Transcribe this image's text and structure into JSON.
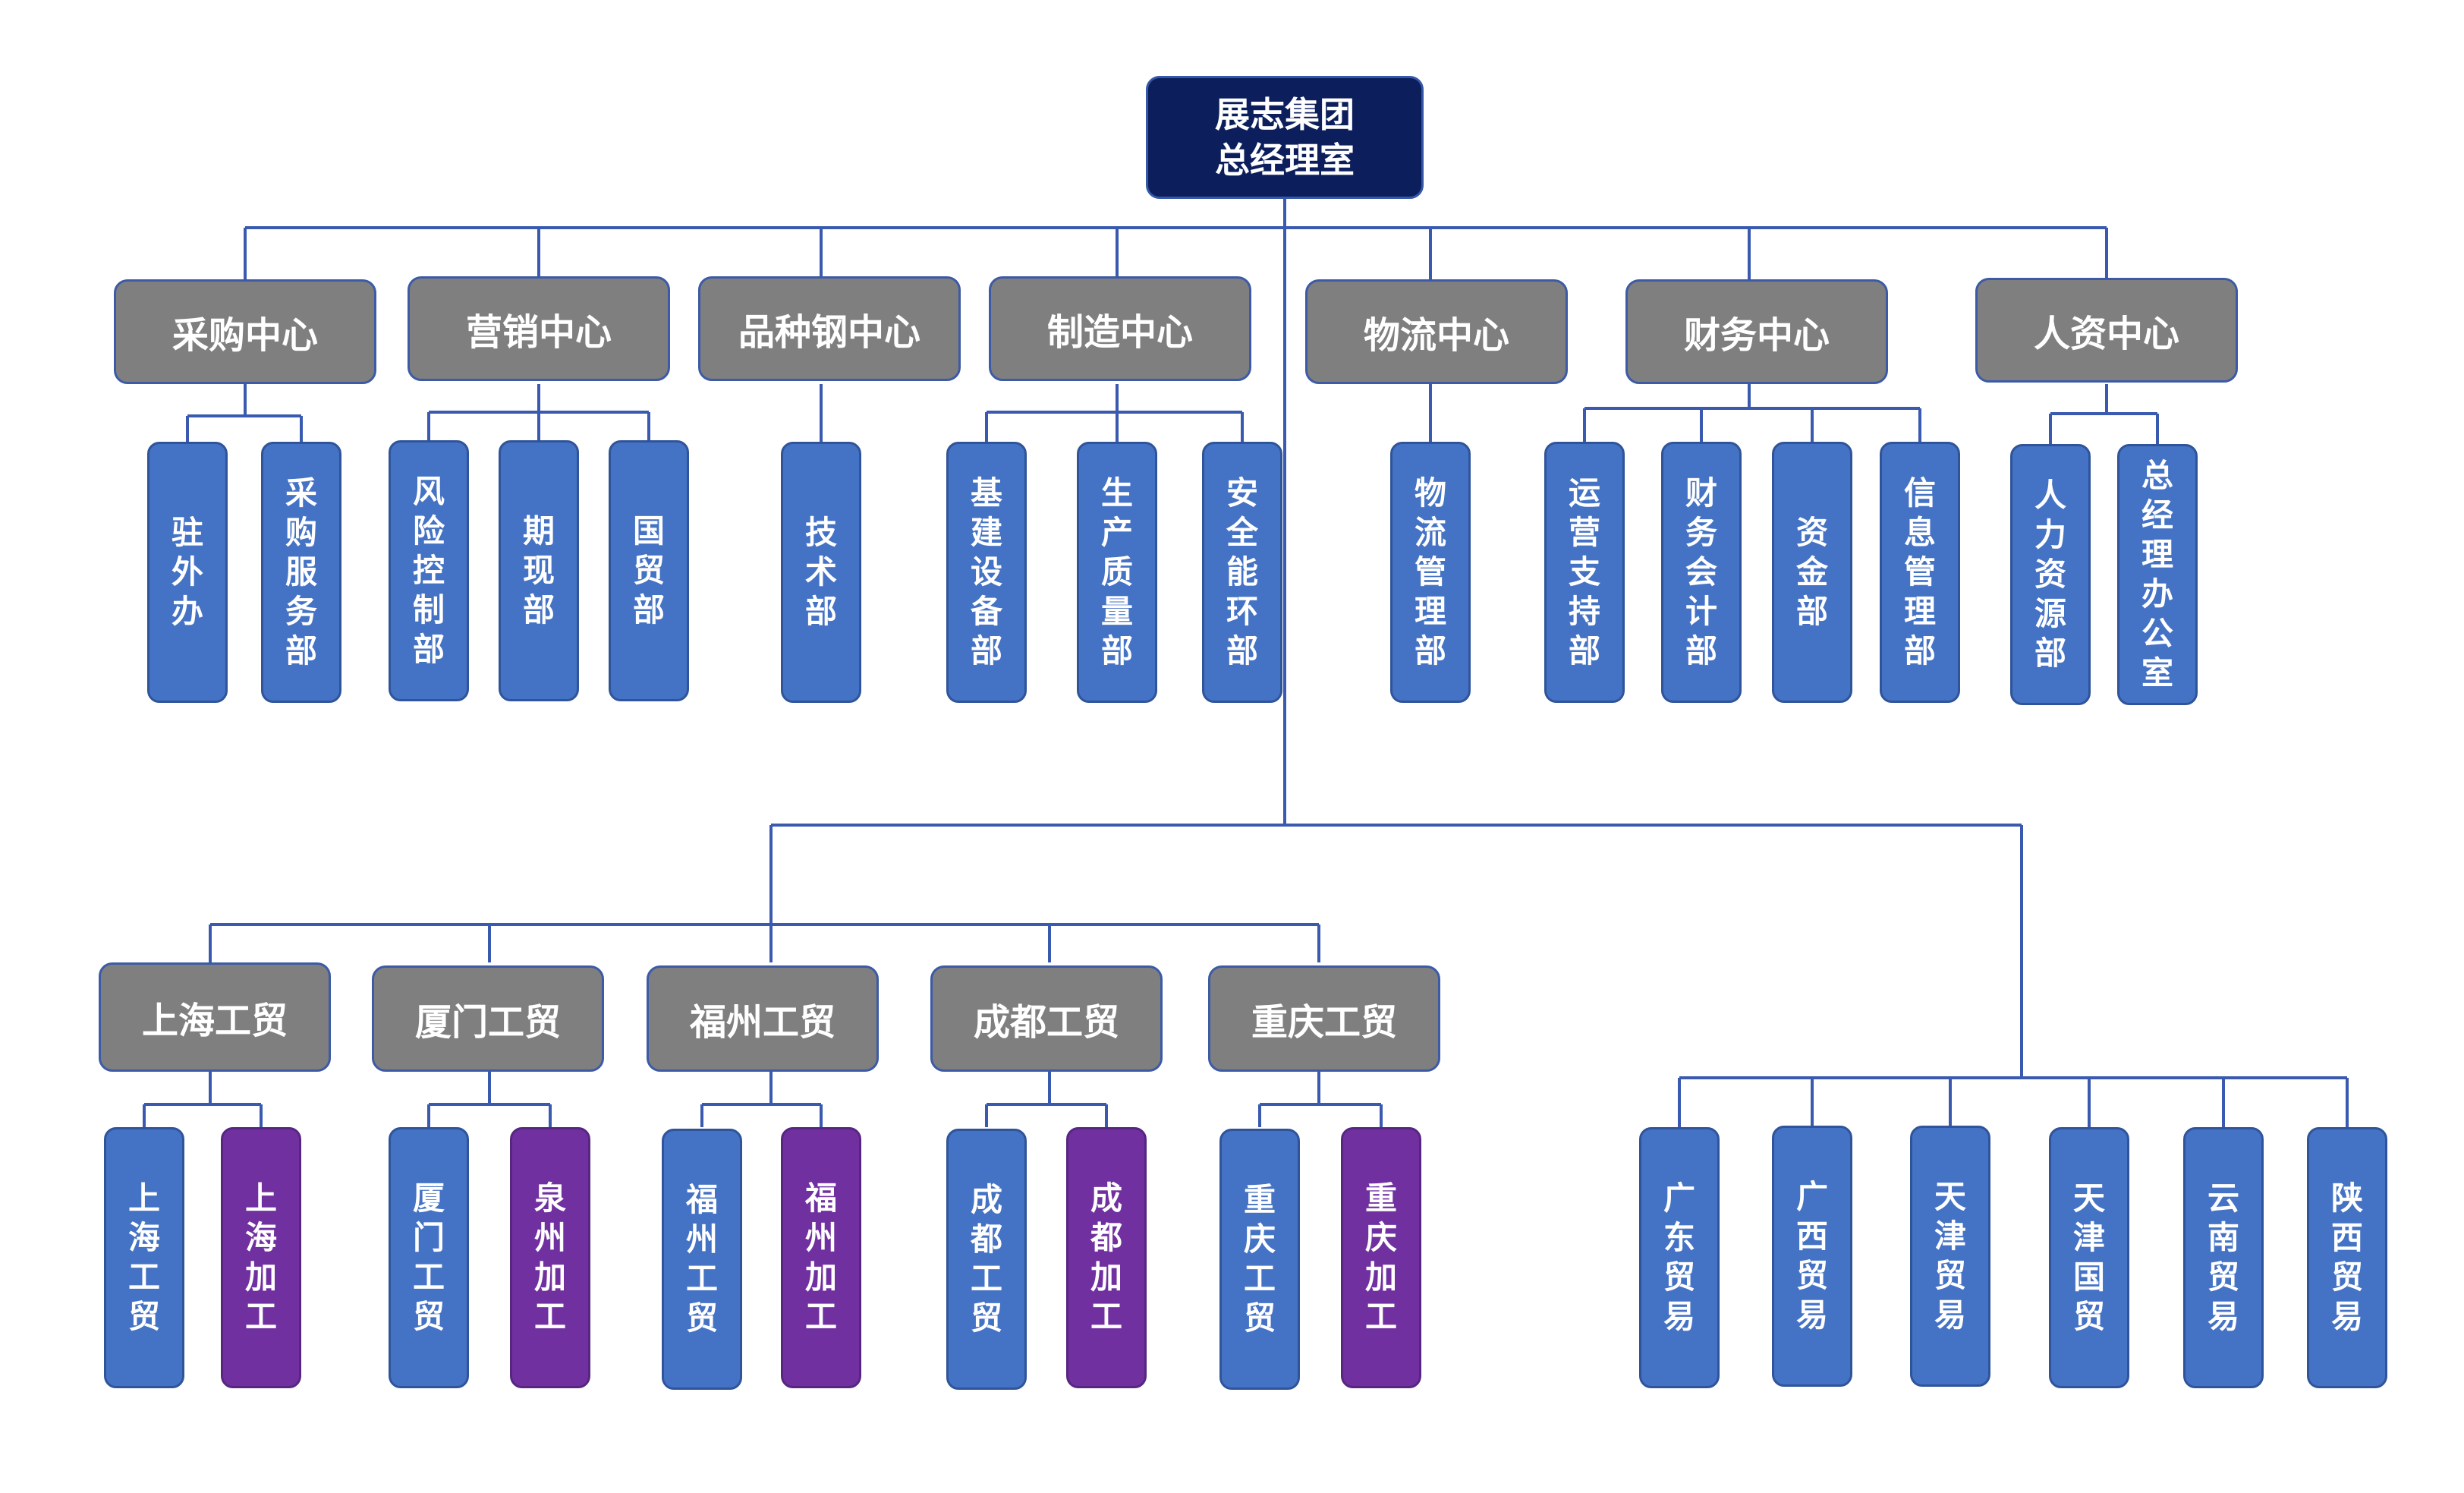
{
  "root": {
    "line1": "展志集团",
    "line2": "总经理室"
  },
  "centers": [
    {
      "label": "采购中心",
      "depts": [
        "驻外办",
        "采购服务部"
      ]
    },
    {
      "label": "营销中心",
      "depts": [
        "风险控制部",
        "期现部",
        "国贸部"
      ]
    },
    {
      "label": "品种钢中心",
      "depts": [
        "技术部"
      ]
    },
    {
      "label": "制造中心",
      "depts": [
        "基建设备部",
        "生产质量部",
        "安全能环部"
      ]
    },
    {
      "label": "物流中心",
      "depts": [
        "物流管理部"
      ]
    },
    {
      "label": "财务中心",
      "depts": [
        "运营支持部",
        "财务会计部",
        "资金部",
        "信息管理部"
      ]
    },
    {
      "label": "人资中心",
      "depts": [
        "人力资源部",
        "总经理办公室"
      ]
    }
  ],
  "branches": [
    {
      "label": "上海工贸",
      "subs": [
        "上海工贸",
        "上海加工"
      ]
    },
    {
      "label": "厦门工贸",
      "subs": [
        "厦门工贸",
        "泉州加工"
      ]
    },
    {
      "label": "福州工贸",
      "subs": [
        "福州工贸",
        "福州加工"
      ]
    },
    {
      "label": "成都工贸",
      "subs": [
        "成都工贸",
        "成都加工"
      ]
    },
    {
      "label": "重庆工贸",
      "subs": [
        "重庆工贸",
        "重庆加工"
      ]
    }
  ],
  "trading": [
    "广东贸易",
    "广西贸易",
    "天津贸易",
    "天津国贸",
    "云南贸易",
    "陕西贸易"
  ],
  "colors": {
    "root": "#0c1f5c",
    "center": "#7f7f7f",
    "dept": "#4472c4",
    "processing": "#7030a0",
    "line": "#3a5ab0"
  }
}
